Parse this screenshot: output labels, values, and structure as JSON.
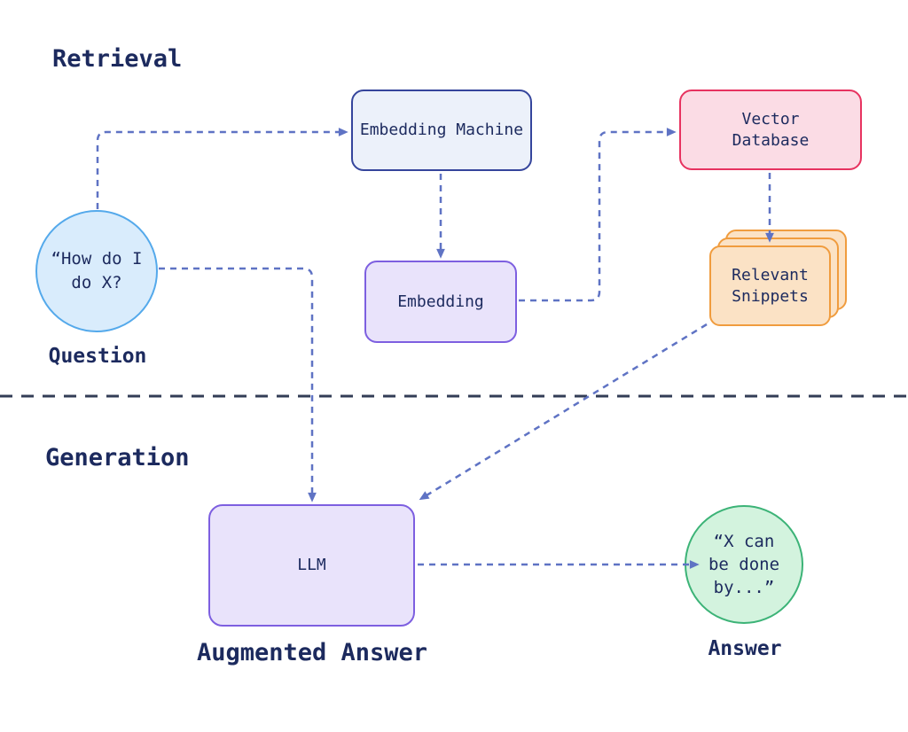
{
  "titles": {
    "retrieval": "Retrieval",
    "generation": "Generation"
  },
  "nodes": {
    "embedding_machine": {
      "label": "Embedding Machine"
    },
    "vector_database": {
      "line1": "Vector",
      "line2": "Database"
    },
    "question": {
      "line1": "“How do I",
      "line2": "do X?",
      "caption": "Question"
    },
    "embedding": {
      "label": "Embedding"
    },
    "relevant_snippets": {
      "line1": "Relevant",
      "line2": "Snippets"
    },
    "llm": {
      "label": "LLM",
      "caption": "Augmented Answer"
    },
    "answer": {
      "line1": "“X can",
      "line2": "be done",
      "line3": "by...”",
      "caption": "Answer"
    }
  },
  "colors": {
    "text": "#1c2a5e",
    "arrow": "#5f73c4",
    "divider": "#333d56",
    "embedding_machine_fill": "#ecf1fa",
    "embedding_machine_border": "#35459c",
    "vector_database_fill": "#fbdce5",
    "vector_database_border": "#e73360",
    "question_fill": "#d9ecfc",
    "question_border": "#54a9eb",
    "purple_fill": "#e9e3fb",
    "purple_border": "#7d5fe0",
    "snippets_fill": "#fbe2c5",
    "snippets_border": "#f09c3e",
    "answer_fill": "#d3f3de",
    "answer_border": "#3cb377"
  }
}
